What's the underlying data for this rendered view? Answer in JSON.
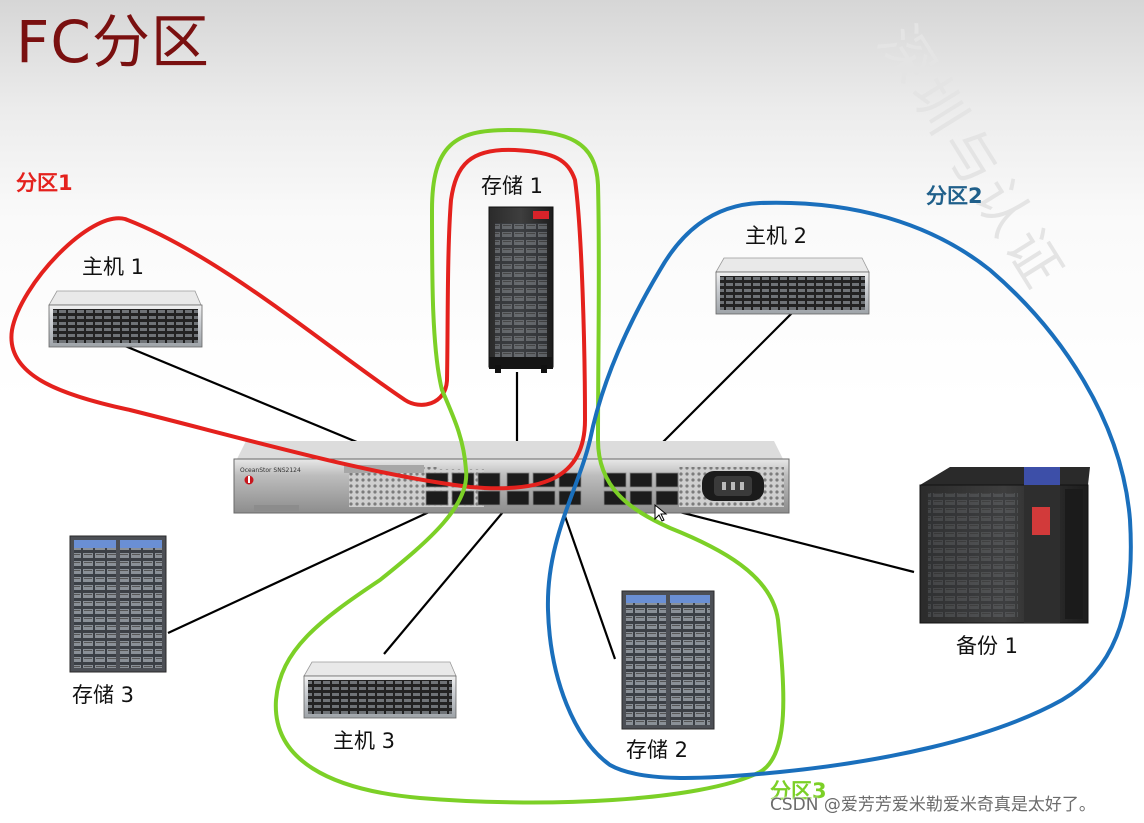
{
  "slide": {
    "title": "FC分区",
    "background_mark": "深圳与认证"
  },
  "zones": [
    {
      "id": "zone1",
      "label": "分区1",
      "color": "#e4211d"
    },
    {
      "id": "zone2",
      "label": "分区2",
      "color": "#1a6fbc"
    },
    {
      "id": "zone3",
      "label": "分区3",
      "color": "#7cd027"
    }
  ],
  "devices": {
    "storage1": "存储 1",
    "host1": "主机 1",
    "host2": "主机 2",
    "storage3": "存储 3",
    "host3": "主机 3",
    "storage2": "存储 2",
    "backup1": "备份 1"
  },
  "switch": {
    "brand_text": "OceanStor SNS2124",
    "vendor_icon": "huawei-logo-icon"
  },
  "watermark": "CSDN @爱芳芳爱米勒爱米奇真是太好了。",
  "colors": {
    "title": "#7a1010",
    "zone2_label": "#1f5f8a"
  }
}
